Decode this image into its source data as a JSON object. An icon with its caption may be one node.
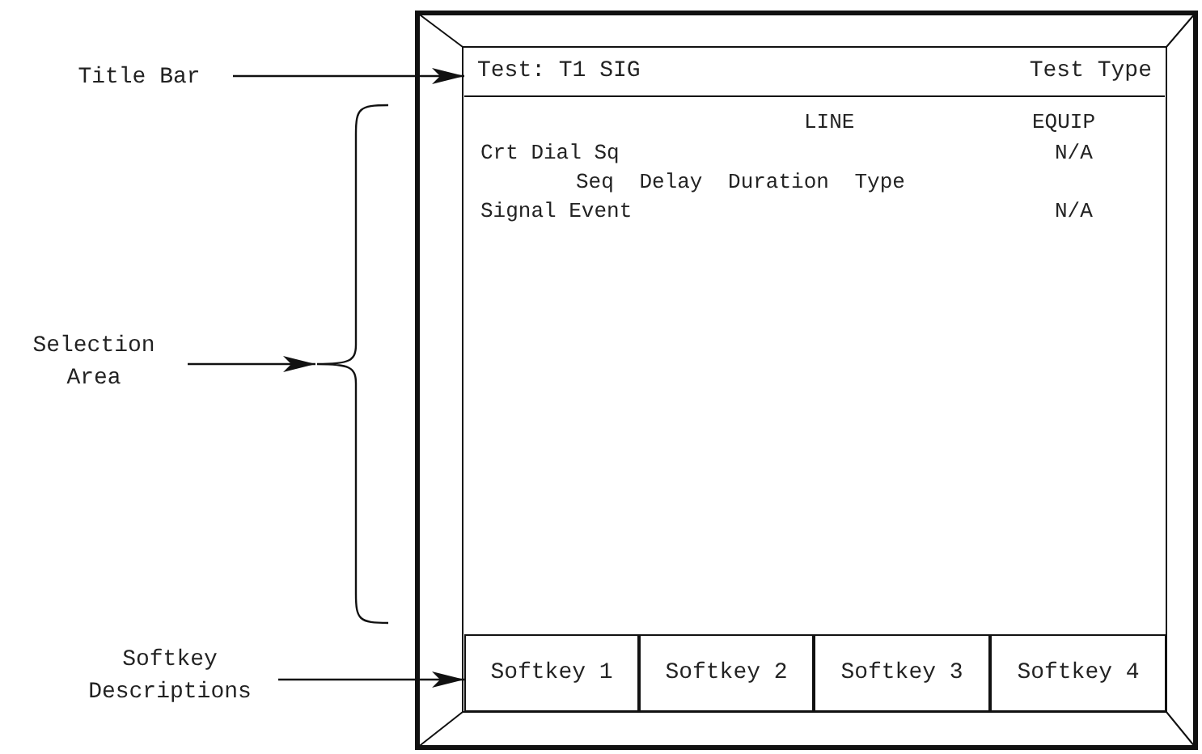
{
  "diagram": {
    "nodes": [
      {
        "text": [
          "Title Bar"
        ]
      },
      {
        "text": [
          "Test: T1 SIG",
          "Test Type"
        ]
      },
      {
        "text": [
          "Selection Area"
        ]
      },
      {
        "text": [],
        "shape": "brace"
      },
      {
        "text": [
          "LINE",
          "EQUIP",
          "Crt Dial Sq",
          "N/A",
          "Seq Delay Duration Type",
          "Signal Event",
          "N/A"
        ]
      },
      {
        "text": [
          "Softkey Descriptions"
        ]
      },
      {
        "text": [
          "Softkey 1"
        ]
      },
      {
        "text": [
          "Softkey 2"
        ]
      },
      {
        "text": [
          "Softkey 3"
        ]
      },
      {
        "text": [
          "Softkey 4"
        ]
      }
    ],
    "edges": [
      {
        "from": 0,
        "to": 1,
        "arrow": "to"
      },
      {
        "from": 2,
        "to": 3,
        "arrow": "to"
      },
      {
        "from": 5,
        "to": 6,
        "arrow": "to"
      }
    ]
  }
}
